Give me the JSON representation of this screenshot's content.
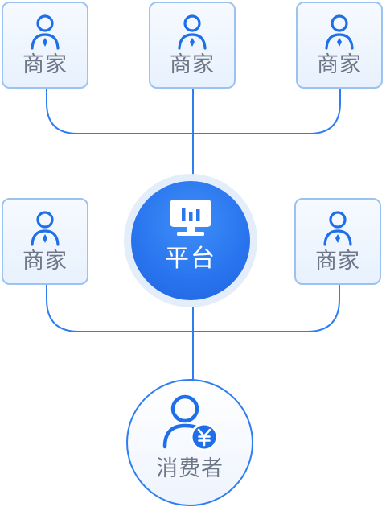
{
  "diagram": {
    "merchants": [
      {
        "label": "商家",
        "icon": "merchant-person-icon"
      },
      {
        "label": "商家",
        "icon": "merchant-person-icon"
      },
      {
        "label": "商家",
        "icon": "merchant-person-icon"
      },
      {
        "label": "商家",
        "icon": "merchant-person-icon"
      },
      {
        "label": "商家",
        "icon": "merchant-person-icon"
      }
    ],
    "platform": {
      "label": "平台",
      "icon": "chart-screen-icon"
    },
    "consumer": {
      "label": "消费者",
      "icon": "person-yuan-icon"
    },
    "colors": {
      "accent": "#2a76ef",
      "line": "#2d7ef2",
      "card_border": "#9cc2f1",
      "card_bg": "#eaf2fd",
      "text": "#6e7787"
    }
  }
}
